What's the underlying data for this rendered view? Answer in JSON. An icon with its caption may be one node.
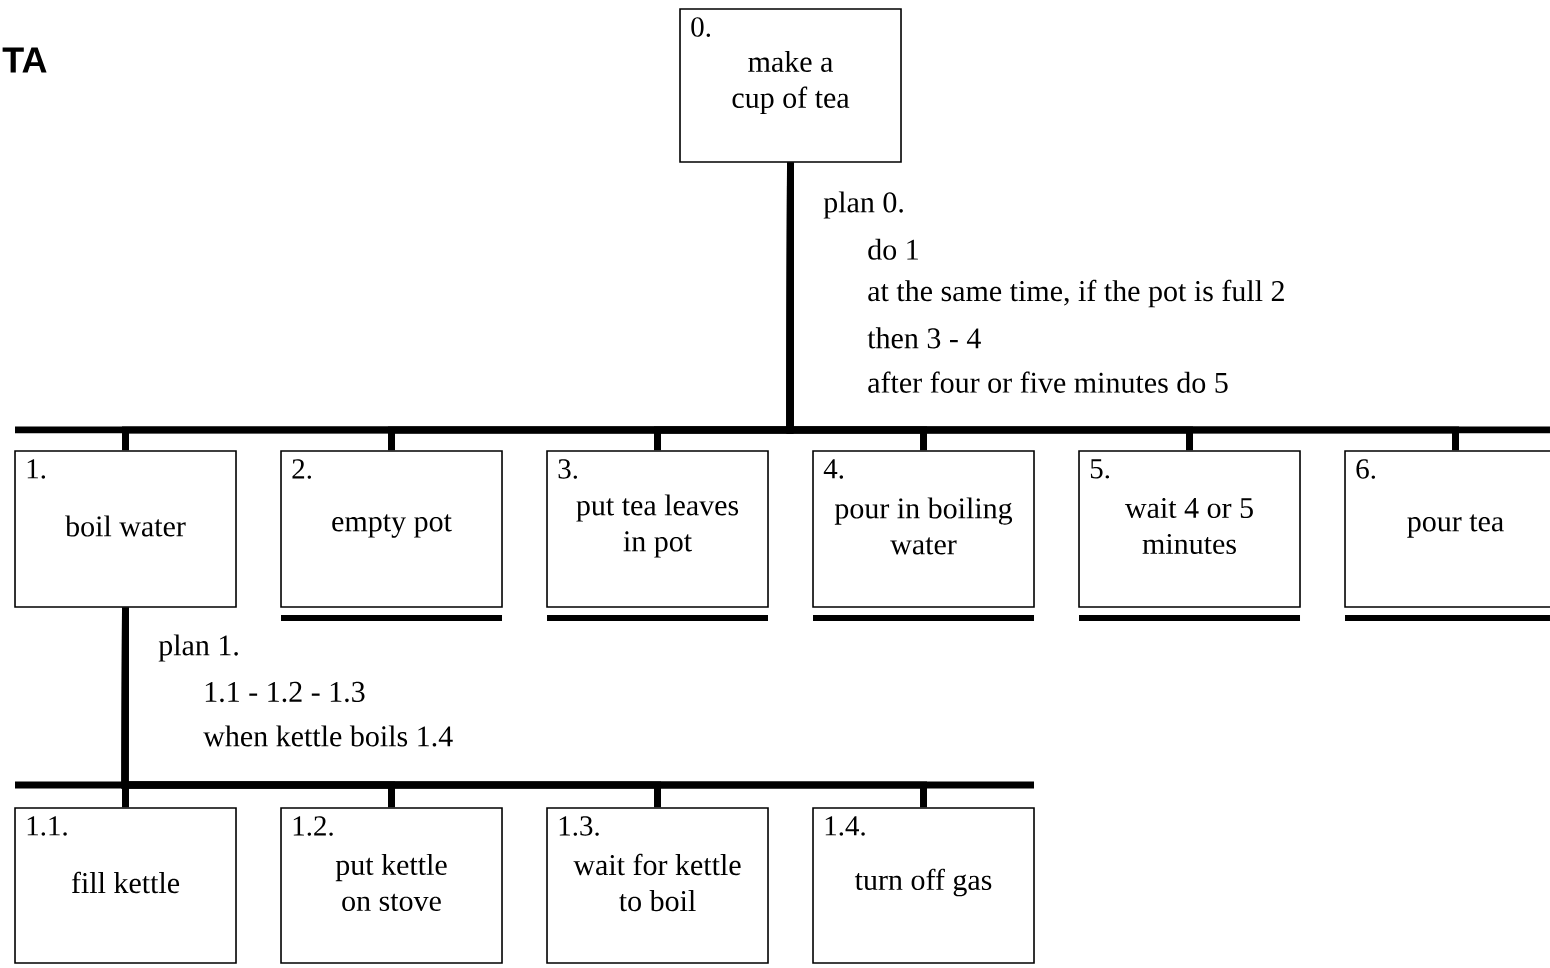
{
  "diagram": {
    "nodes": [
      {
        "text": [
          "0.",
          "make a cup of tea"
        ],
        "beside": [
          "plan 0.",
          "do 1",
          "at the same time, if the pot is full 2",
          "then 3 - 4",
          "after four or five minutes do 5"
        ]
      },
      {
        "text": [
          "1.",
          "boil water"
        ],
        "beside": [
          "plan 1.",
          "1.1 - 1.2 - 1.3",
          "when kettle boils  1.4"
        ]
      },
      {
        "text": [
          "2.",
          "empty pot"
        ]
      },
      {
        "text": [
          "3.",
          "put tea leaves in pot"
        ]
      },
      {
        "text": [
          "4.",
          "pour in boiling water"
        ]
      },
      {
        "text": [
          "5.",
          "wait 4 or 5 minutes"
        ]
      },
      {
        "text": [
          "6.",
          "pour tea"
        ]
      },
      {
        "text": [
          "1.1.",
          "fill kettle"
        ]
      },
      {
        "text": [
          "1.2.",
          "put kettle on stove"
        ]
      },
      {
        "text": [
          "1.3.",
          "wait for kettle to boil"
        ]
      },
      {
        "text": [
          "1.4.",
          "turn off gas"
        ]
      }
    ],
    "edges": [
      {
        "from": 0,
        "to": 1,
        "arrow": "none"
      },
      {
        "from": 0,
        "to": 2,
        "arrow": "none"
      },
      {
        "from": 0,
        "to": 3,
        "arrow": "none"
      },
      {
        "from": 0,
        "to": 4,
        "arrow": "none"
      },
      {
        "from": 0,
        "to": 5,
        "arrow": "none"
      },
      {
        "from": 0,
        "to": 6,
        "arrow": "none"
      },
      {
        "from": 1,
        "to": 7,
        "arrow": "none"
      },
      {
        "from": 1,
        "to": 8,
        "arrow": "none"
      },
      {
        "from": 1,
        "to": 9,
        "arrow": "none"
      },
      {
        "from": 1,
        "to": 10,
        "arrow": "none"
      }
    ],
    "labels": [
      "TA"
    ]
  }
}
